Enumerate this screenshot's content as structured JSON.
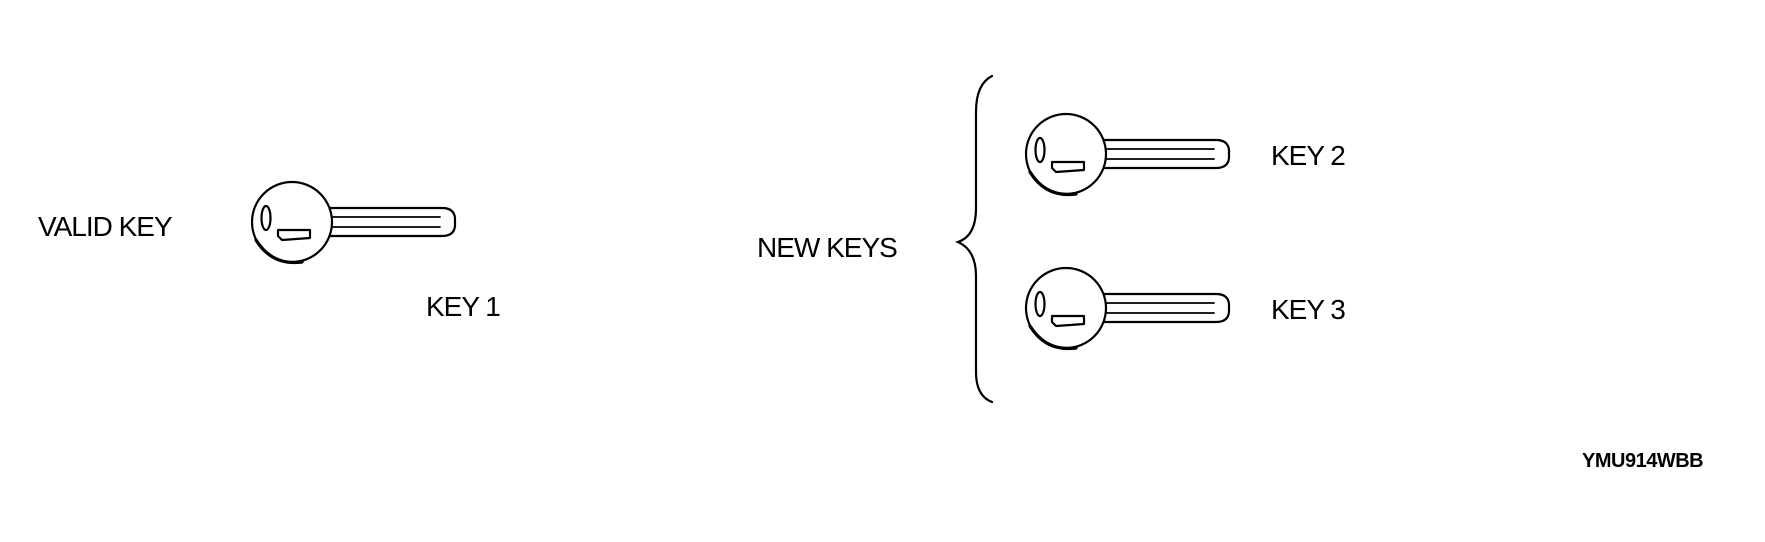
{
  "labels": {
    "valid_key": "VALID KEY",
    "key1": "KEY 1",
    "new_keys": "NEW KEYS",
    "key2": "KEY 2",
    "key3": "KEY 3",
    "figure_code": "YMU914WBB"
  },
  "icons": {
    "key": "key-icon",
    "brace": "left-curly-brace"
  },
  "colors": {
    "ink": "#000000",
    "background": "#ffffff"
  }
}
